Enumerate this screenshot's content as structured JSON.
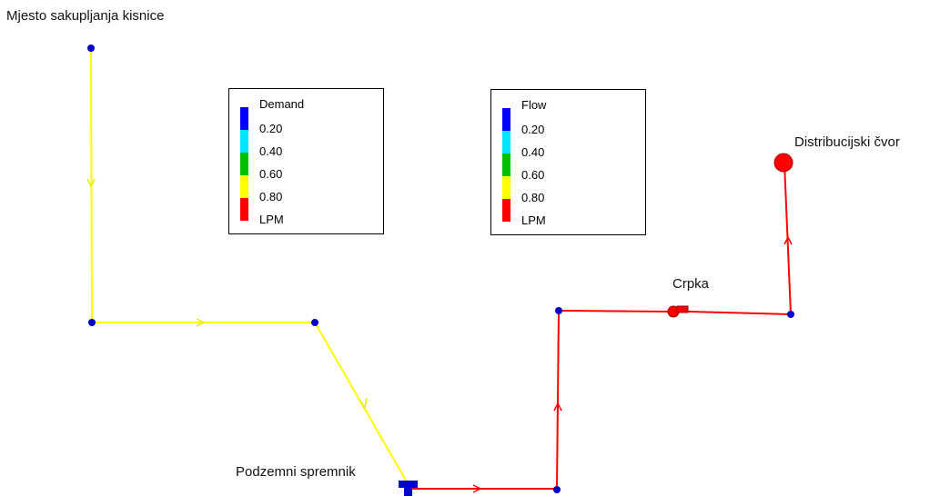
{
  "labels": {
    "collection_point": "Mjesto sakupljanja kisnice",
    "distribution_node": "Distribucijski čvor",
    "pump": "Crpka",
    "tank": "Podzemni spremnik"
  },
  "legends": {
    "demand": {
      "title": "Demand",
      "values": [
        "0.20",
        "0.40",
        "0.60",
        "0.80"
      ],
      "unit": "LPM",
      "colors": [
        "#0000ff",
        "#00e5ff",
        "#00c000",
        "#ffff00",
        "#ff0000"
      ]
    },
    "flow": {
      "title": "Flow",
      "values": [
        "0.20",
        "0.40",
        "0.60",
        "0.80"
      ],
      "unit": "LPM",
      "colors": [
        "#0000ff",
        "#00e5ff",
        "#00c000",
        "#ffff00",
        "#ff0000"
      ]
    }
  },
  "colors": {
    "low_flow_link": "#ffff00",
    "high_flow_link": "#ff0000",
    "node": "#0000cc",
    "reservoir": "#ff0000"
  }
}
